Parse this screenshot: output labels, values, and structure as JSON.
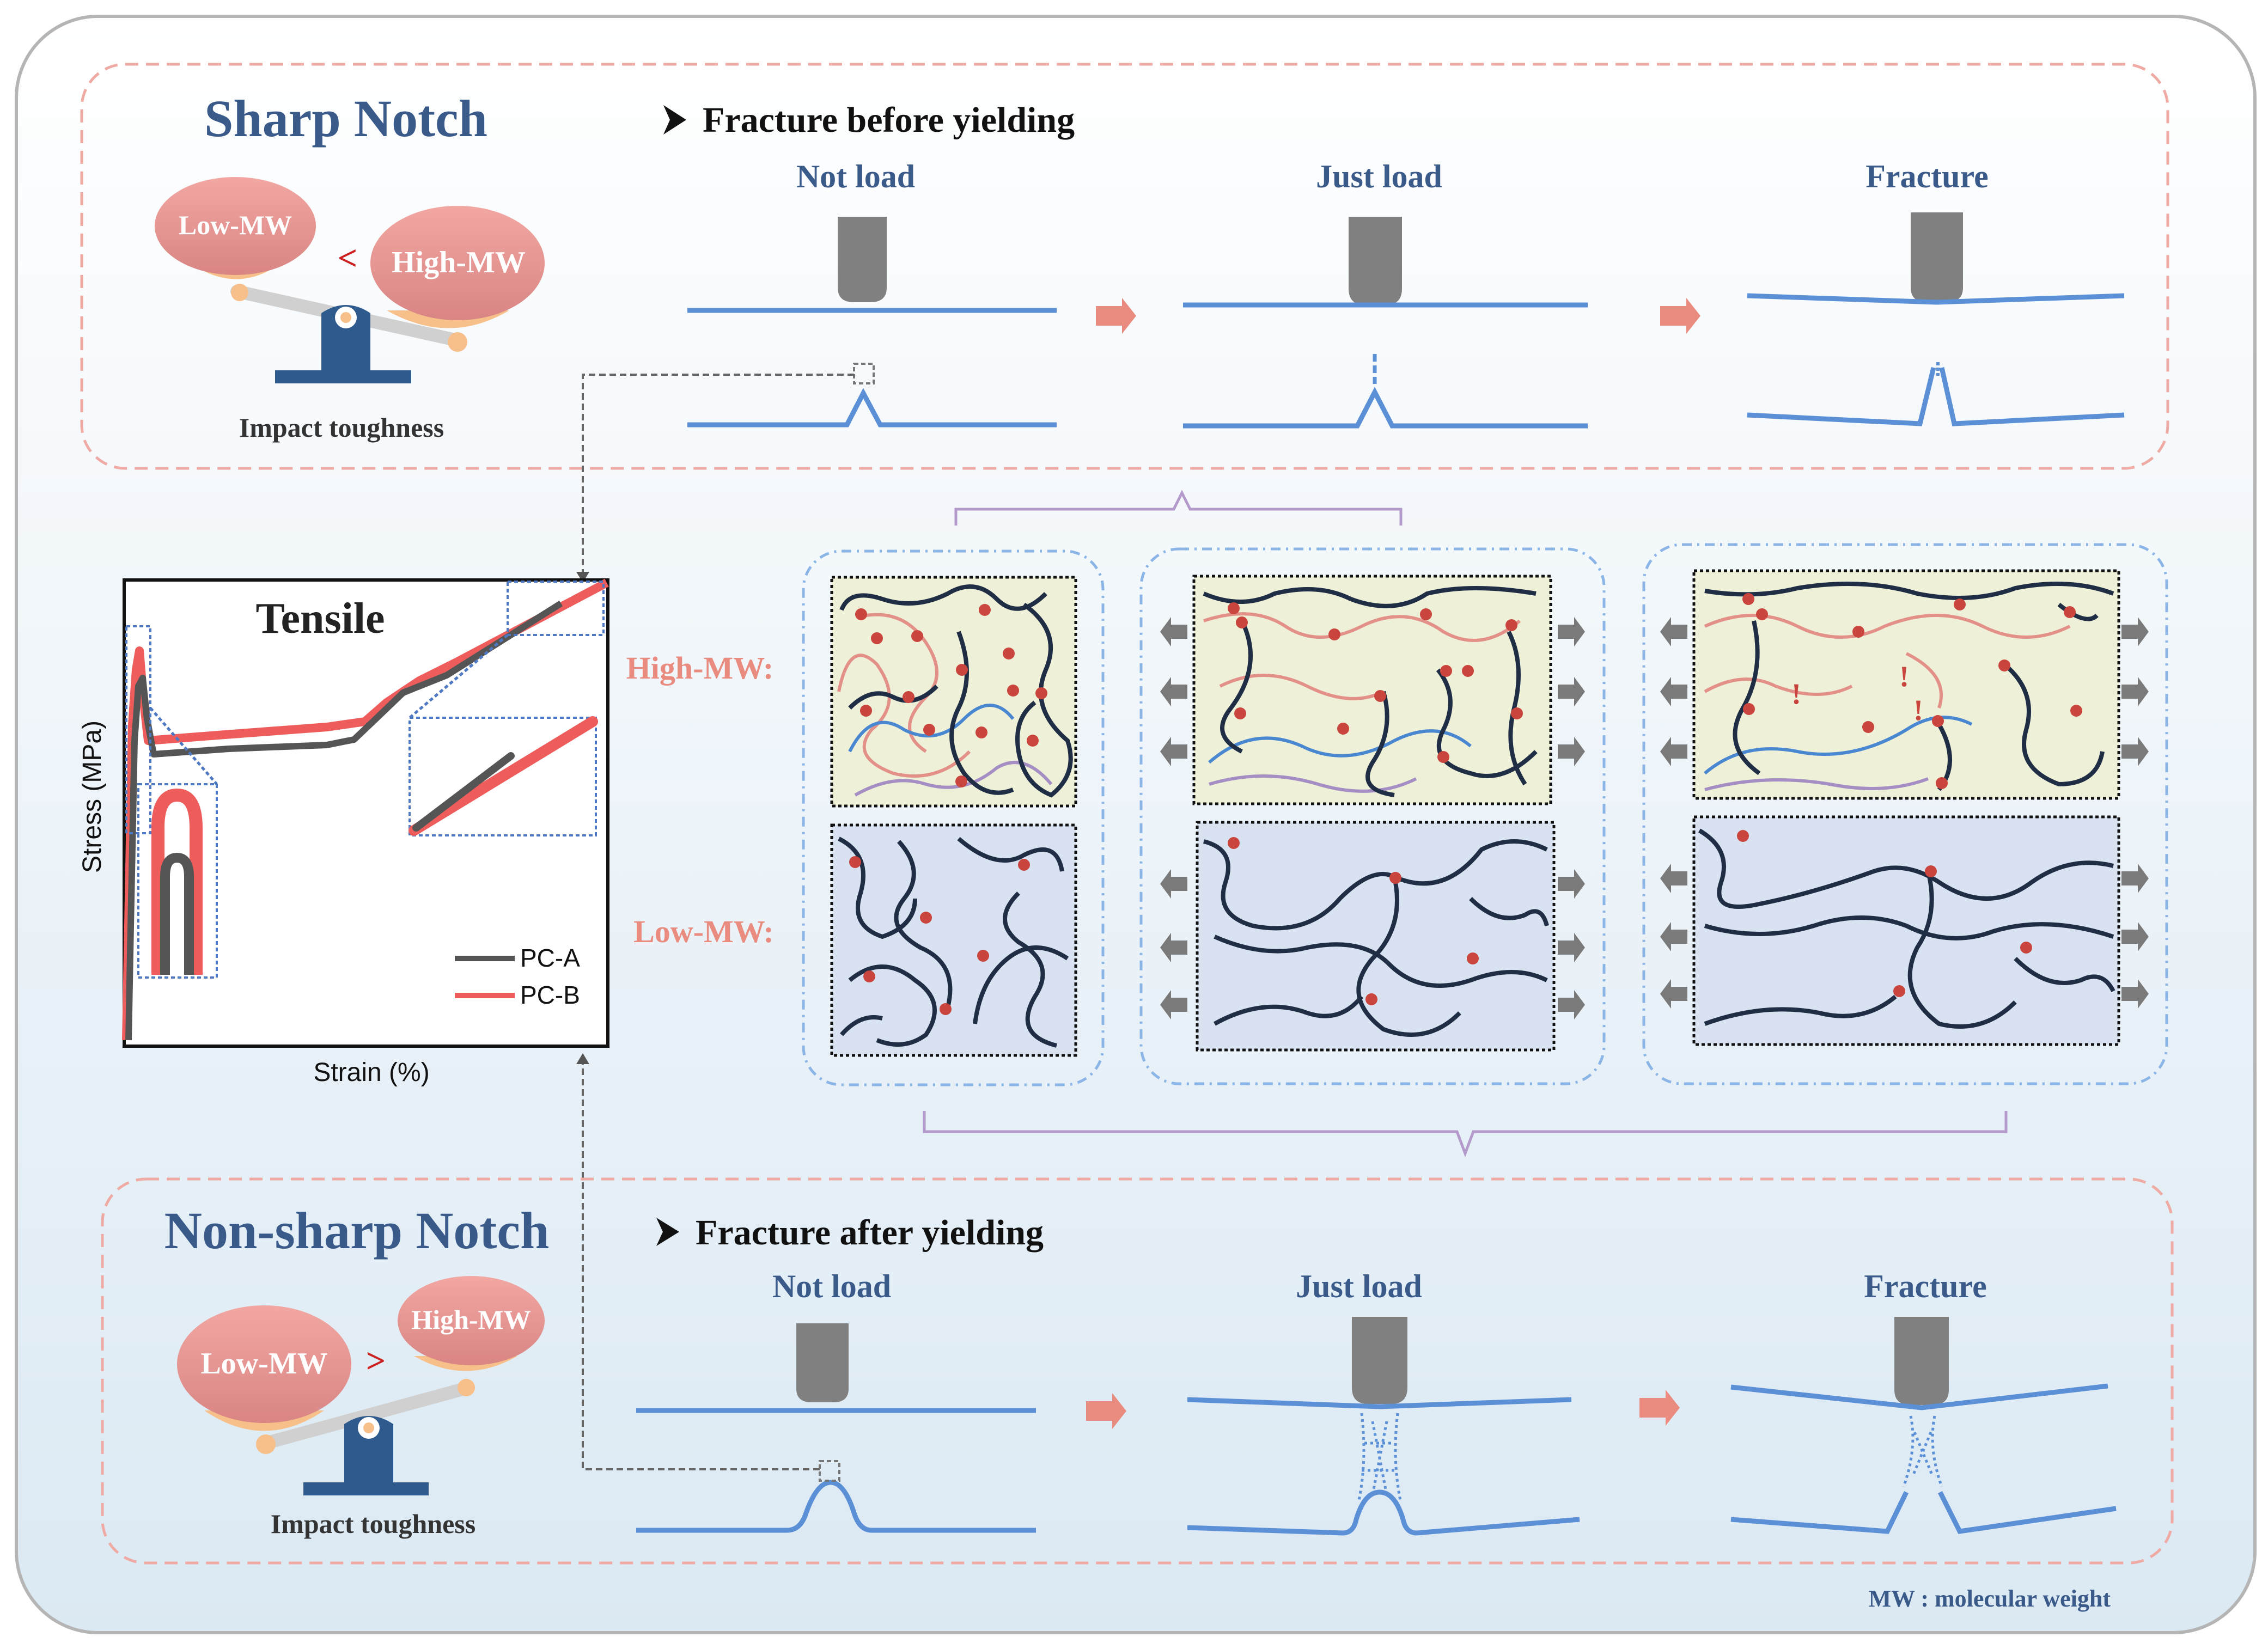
{
  "sharp": {
    "title": "Sharp Notch",
    "heading": "Fracture before yielding",
    "balance": {
      "left": "Low-MW",
      "sign": "<",
      "right": "High-MW",
      "caption": "Impact toughness"
    },
    "stages": [
      "Not load",
      "Just load",
      "Fracture"
    ]
  },
  "nonsharp": {
    "title": "Non-sharp Notch",
    "heading": "Fracture after yielding",
    "balance": {
      "left": "Low-MW",
      "sign": ">",
      "right": "High-MW",
      "caption": "Impact toughness"
    },
    "stages": [
      "Not load",
      "Just load",
      "Fracture"
    ]
  },
  "tensile": {
    "title": "Tensile",
    "xlabel": "Strain (%)",
    "ylabel": "Stress (MPa)",
    "legend": [
      "PC-A",
      "PC-B"
    ],
    "colors": {
      "PC-A": "#555555",
      "PC-B": "#ee5c5c"
    }
  },
  "network": {
    "high_label": "High-MW:",
    "low_label": "Low-MW:",
    "warning_mark": "!"
  },
  "footnote": "MW : molecular weight",
  "colors": {
    "title_blue": "#3a5a8a",
    "notch_line": "#5b8fd6",
    "salmon": "#e98b7f",
    "high_panel": "#eef0d8",
    "low_panel": "#d8e2f0"
  }
}
